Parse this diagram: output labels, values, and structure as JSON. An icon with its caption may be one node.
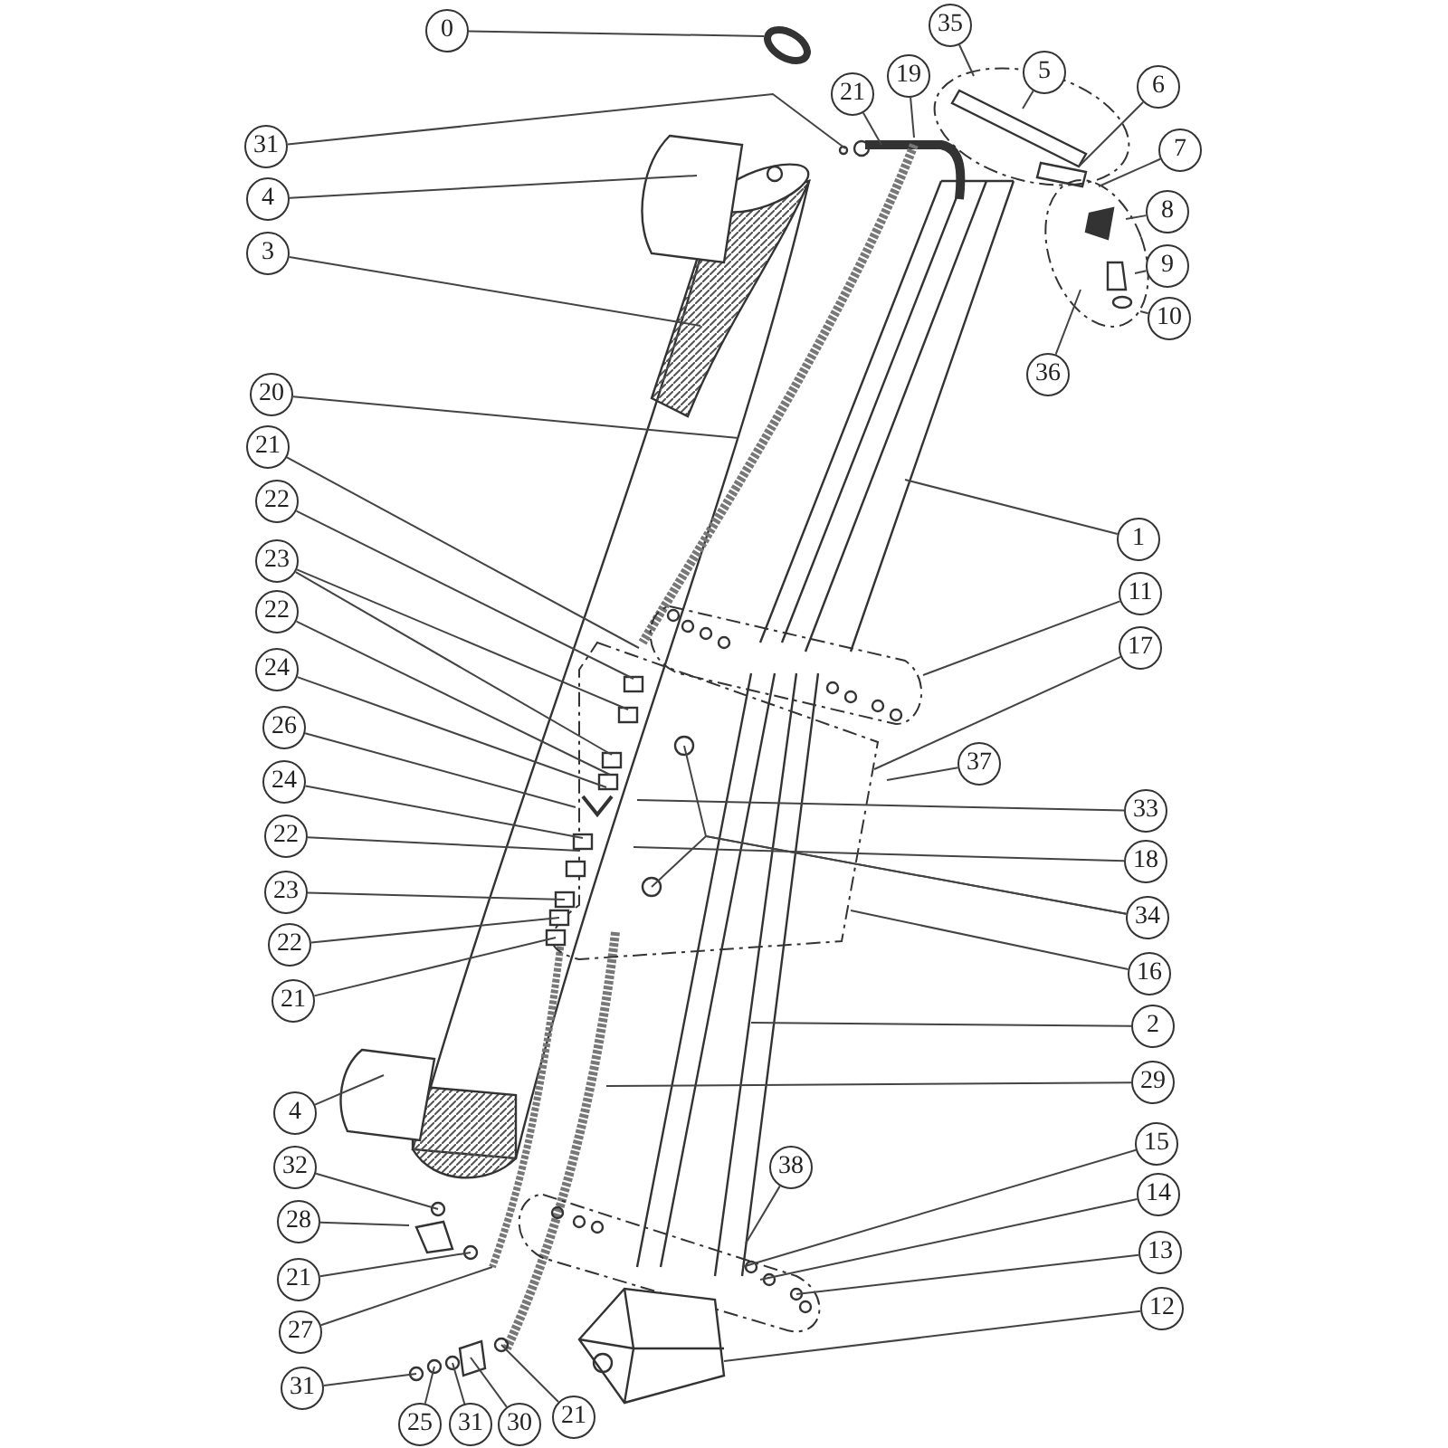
{
  "diagram": {
    "nodes": [
      {
        "text": [
          "35"
        ]
      },
      {
        "text": [
          "0"
        ]
      },
      {
        "text": [
          "5"
        ]
      },
      {
        "text": [
          "19"
        ]
      },
      {
        "text": [
          "6"
        ]
      },
      {
        "text": [
          "21"
        ]
      },
      {
        "text": [
          "31"
        ]
      },
      {
        "text": [
          "7"
        ]
      },
      {
        "text": [
          "4"
        ]
      },
      {
        "text": [
          "8"
        ]
      },
      {
        "text": [
          "3"
        ]
      },
      {
        "text": [
          "9"
        ]
      },
      {
        "text": [
          "10"
        ]
      },
      {
        "text": [
          "36"
        ]
      },
      {
        "text": [
          "20"
        ]
      },
      {
        "text": [
          "21"
        ]
      },
      {
        "text": [
          "22"
        ]
      },
      {
        "text": [
          "1"
        ]
      },
      {
        "text": [
          "23"
        ]
      },
      {
        "text": [
          "11"
        ]
      },
      {
        "text": [
          "22"
        ]
      },
      {
        "text": [
          "17"
        ]
      },
      {
        "text": [
          "24"
        ]
      },
      {
        "text": [
          "26"
        ]
      },
      {
        "text": [
          "37"
        ]
      },
      {
        "text": [
          "24"
        ]
      },
      {
        "text": [
          "33"
        ]
      },
      {
        "text": [
          "22"
        ]
      },
      {
        "text": [
          "18"
        ]
      },
      {
        "text": [
          "23"
        ]
      },
      {
        "text": [
          "34"
        ]
      },
      {
        "text": [
          "22"
        ]
      },
      {
        "text": [
          "16"
        ]
      },
      {
        "text": [
          "21"
        ]
      },
      {
        "text": [
          "2"
        ]
      },
      {
        "text": [
          "29"
        ]
      },
      {
        "text": [
          "4"
        ]
      },
      {
        "text": [
          "15"
        ]
      },
      {
        "text": [
          "38"
        ]
      },
      {
        "text": [
          "32"
        ]
      },
      {
        "text": [
          "14"
        ]
      },
      {
        "text": [
          "28"
        ]
      },
      {
        "text": [
          "13"
        ]
      },
      {
        "text": [
          "21"
        ]
      },
      {
        "text": [
          "12"
        ]
      },
      {
        "text": [
          "27"
        ]
      },
      {
        "text": [
          "31"
        ]
      },
      {
        "text": [
          "21"
        ]
      },
      {
        "text": [
          "25"
        ]
      },
      {
        "text": [
          "31"
        ]
      },
      {
        "text": [
          "30"
        ]
      }
    ],
    "edges": [
      {
        "from": 0,
        "to": null,
        "arrow": "none"
      },
      {
        "from": 1,
        "to": null,
        "arrow": "none"
      },
      {
        "from": 2,
        "to": null,
        "arrow": "none"
      },
      {
        "from": 3,
        "to": null,
        "arrow": "none"
      },
      {
        "from": 4,
        "to": null,
        "arrow": "none"
      },
      {
        "from": 5,
        "to": null,
        "arrow": "none"
      },
      {
        "from": 6,
        "to": null,
        "arrow": "none"
      },
      {
        "from": 7,
        "to": null,
        "arrow": "none"
      },
      {
        "from": 8,
        "to": null,
        "arrow": "none"
      },
      {
        "from": 9,
        "to": null,
        "arrow": "none"
      },
      {
        "from": 10,
        "to": null,
        "arrow": "none"
      },
      {
        "from": 11,
        "to": null,
        "arrow": "none"
      },
      {
        "from": 12,
        "to": null,
        "arrow": "none"
      },
      {
        "from": 13,
        "to": null,
        "arrow": "none"
      },
      {
        "from": 14,
        "to": null,
        "arrow": "none"
      },
      {
        "from": 15,
        "to": null,
        "arrow": "none"
      },
      {
        "from": 16,
        "to": null,
        "arrow": "none"
      },
      {
        "from": 17,
        "to": null,
        "arrow": "none"
      },
      {
        "from": 18,
        "to": null,
        "arrow": "none"
      },
      {
        "from": 18,
        "to": null,
        "arrow": "none"
      },
      {
        "from": 19,
        "to": null,
        "arrow": "none"
      },
      {
        "from": 20,
        "to": null,
        "arrow": "none"
      },
      {
        "from": 21,
        "to": null,
        "arrow": "none"
      },
      {
        "from": 22,
        "to": null,
        "arrow": "none"
      },
      {
        "from": 23,
        "to": null,
        "arrow": "none"
      },
      {
        "from": 24,
        "to": null,
        "arrow": "none"
      },
      {
        "from": 25,
        "to": null,
        "arrow": "none"
      },
      {
        "from": 26,
        "to": null,
        "arrow": "none"
      },
      {
        "from": 27,
        "to": null,
        "arrow": "none"
      },
      {
        "from": 28,
        "to": null,
        "arrow": "none"
      },
      {
        "from": 29,
        "to": null,
        "arrow": "none"
      },
      {
        "from": 30,
        "to": null,
        "arrow": "none"
      },
      {
        "from": 30,
        "to": null,
        "arrow": "none"
      },
      {
        "from": 31,
        "to": null,
        "arrow": "none"
      },
      {
        "from": 32,
        "to": null,
        "arrow": "none"
      },
      {
        "from": 33,
        "to": null,
        "arrow": "none"
      },
      {
        "from": 34,
        "to": null,
        "arrow": "none"
      },
      {
        "from": 35,
        "to": null,
        "arrow": "none"
      },
      {
        "from": 36,
        "to": null,
        "arrow": "none"
      },
      {
        "from": 37,
        "to": null,
        "arrow": "none"
      },
      {
        "from": 38,
        "to": null,
        "arrow": "none"
      },
      {
        "from": 39,
        "to": null,
        "arrow": "none"
      },
      {
        "from": 40,
        "to": null,
        "arrow": "none"
      },
      {
        "from": 41,
        "to": null,
        "arrow": "none"
      },
      {
        "from": 42,
        "to": null,
        "arrow": "none"
      },
      {
        "from": 43,
        "to": null,
        "arrow": "none"
      },
      {
        "from": 44,
        "to": null,
        "arrow": "none"
      },
      {
        "from": 45,
        "to": null,
        "arrow": "none"
      },
      {
        "from": 46,
        "to": null,
        "arrow": "none"
      },
      {
        "from": 47,
        "to": null,
        "arrow": "none"
      },
      {
        "from": 48,
        "to": null,
        "arrow": "none"
      },
      {
        "from": 49,
        "to": null,
        "arrow": "none"
      },
      {
        "from": 50,
        "to": null,
        "arrow": "none"
      }
    ]
  }
}
